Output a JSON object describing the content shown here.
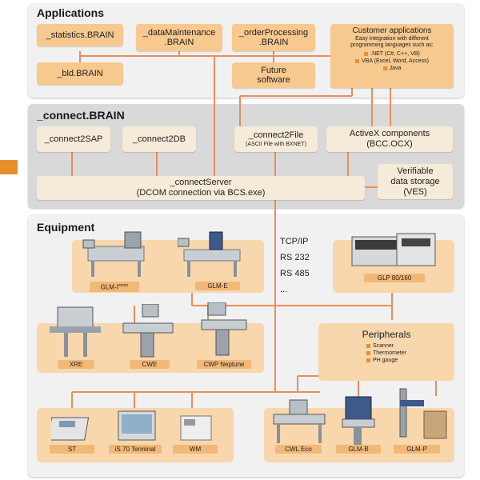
{
  "applications": {
    "title": "Applications",
    "statistics": "_statistics.BRAIN",
    "dataMaintenance": [
      "_dataMaintenance",
      ".BRAIN"
    ],
    "orderProcessing": [
      "_orderProcessing",
      ".BRAIN"
    ],
    "bld": "_bld.BRAIN",
    "future": [
      "Future",
      "software"
    ],
    "customer": {
      "title": "Customer applications",
      "desc": [
        "Easy integration with different",
        "programming languages such as:"
      ],
      "items": [
        ".NET (C#, C++, VB)",
        "VBA (Excel, Word, Access)",
        "Java"
      ]
    }
  },
  "connect": {
    "title": "_connect.BRAIN",
    "sap": "_connect2SAP",
    "db": "_connect2DB",
    "file": "_connect2File",
    "file_sub": "(ASCII File with BXNET)",
    "activex": [
      "ActiveX components",
      "(BCC.OCX)"
    ],
    "server": [
      "_connectServer",
      "(DCOM connection via BCS.exe)"
    ],
    "ves": [
      "Verifiable",
      "data storage",
      "(VES)"
    ]
  },
  "equipment": {
    "title": "Equipment",
    "protocols": [
      "TCP/IP",
      "RS 232",
      "RS 485",
      "..."
    ],
    "devices": {
      "glm_i": "GLM-I",
      "glm_i_sup": "mono",
      "glm_e": "GLM-E",
      "glp": "GLP 80/160",
      "xre": "XRE",
      "cwe": "CWE",
      "cwp": "CWP Neptune",
      "st": "ST",
      "is70": "iS 70 Terminal",
      "wm": "WM",
      "cwl": "CWL Eco",
      "glm_b": "GLM-B",
      "glm_p": "GLM-P"
    },
    "peripherals": {
      "title": "Peripherals",
      "items": [
        "Scanner",
        "Thermometer",
        "PH gauge"
      ]
    }
  }
}
